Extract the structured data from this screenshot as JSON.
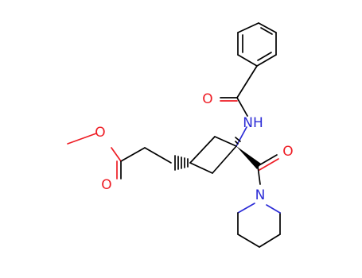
{
  "molecule": {
    "atoms": {
      "O_ester_single": "O",
      "O_ester_double": "O",
      "O_amide_upper": "O",
      "N_amide_upper": "NH",
      "O_amide_lower": "O",
      "N_piperidine": "N"
    },
    "colors": {
      "carbon_bond": "#000000",
      "oxygen": "#ee1c24",
      "nitrogen": "#2b2bd6",
      "background": "#ffffff"
    }
  }
}
